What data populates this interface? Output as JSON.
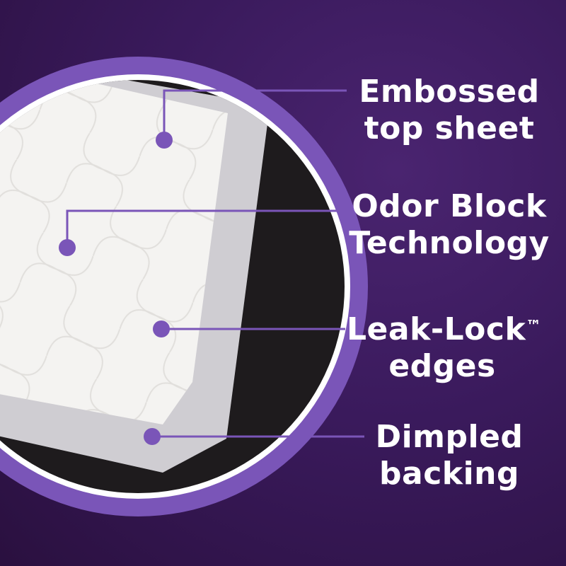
{
  "image": {
    "colors": {
      "background": "#3a1a5c",
      "ring": "#7a55b8",
      "pad": "#f4f3f1",
      "pad_edge": "#cfcdd2",
      "backing": "#1e1b1d",
      "callout": "#7a55b8"
    },
    "callouts": [
      {
        "line1": "Embossed",
        "line2": "top sheet"
      },
      {
        "line1": "Odor Block",
        "line2": "Technology"
      },
      {
        "line1": "Leak-Lock",
        "trademark": "™",
        "line2": "edges"
      },
      {
        "line1": "Dimpled",
        "line2": "backing"
      }
    ]
  }
}
